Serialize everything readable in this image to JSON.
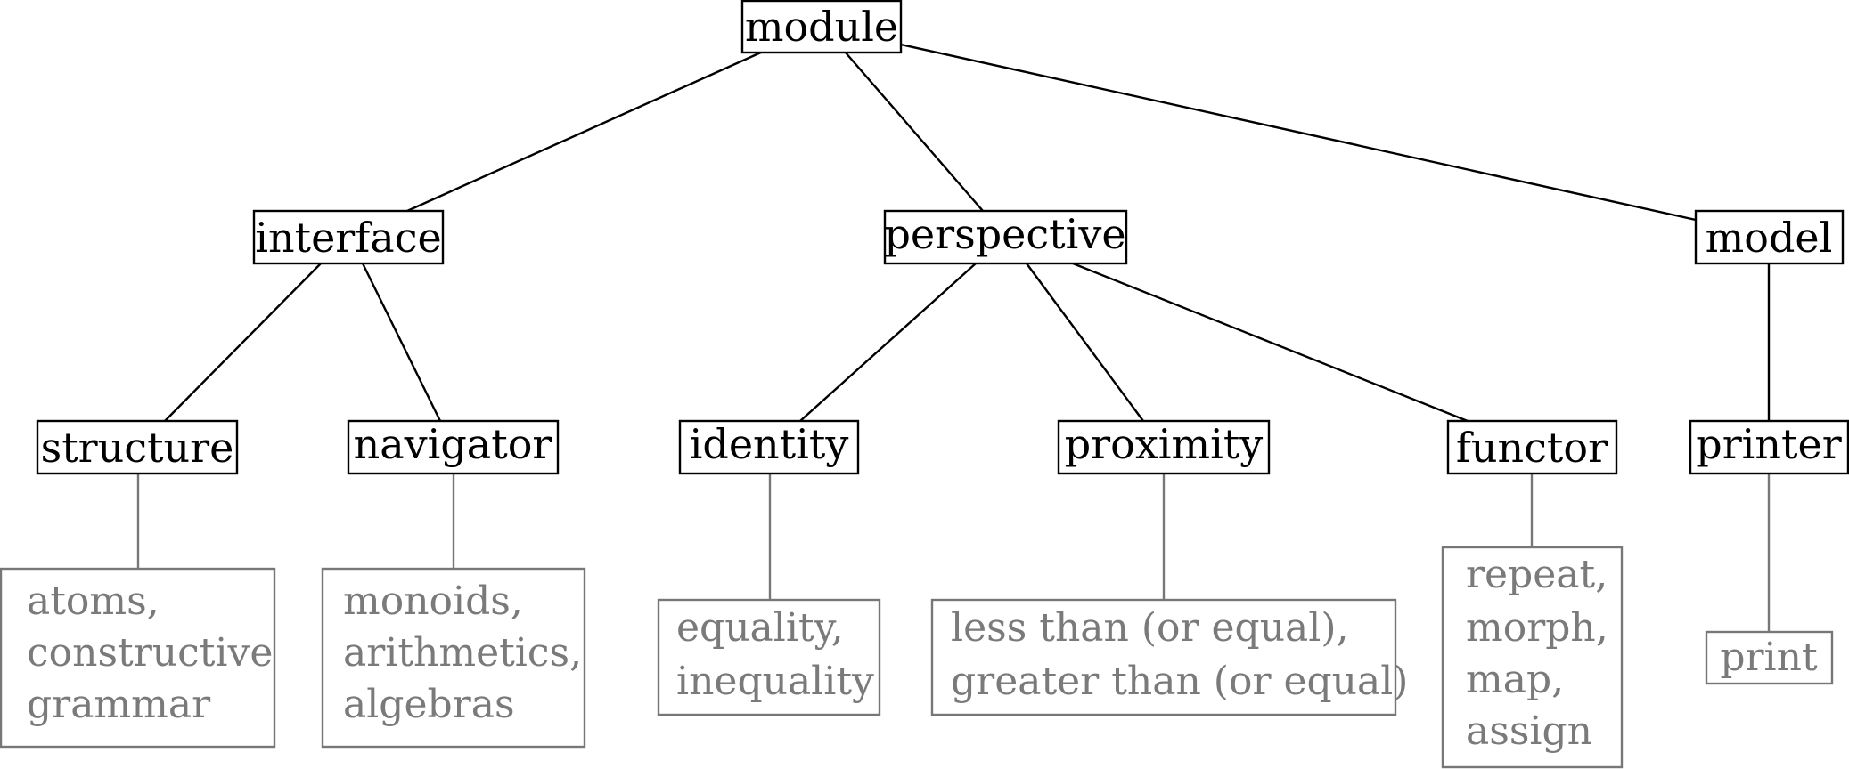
{
  "nodes": {
    "module": "module",
    "interface": "interface",
    "perspective": "perspective",
    "model": "model",
    "structure": "structure",
    "navigator": "navigator",
    "identity": "identity",
    "proximity": "proximity",
    "functor": "functor",
    "printer": "printer"
  },
  "leaves": {
    "structure": [
      "atoms,",
      "constructive",
      "grammar"
    ],
    "navigator": [
      "monoids,",
      "arithmetics,",
      "algebras"
    ],
    "identity": [
      "equality,",
      "inequality"
    ],
    "proximity": [
      "less than (or equal),",
      "greater than (or equal)"
    ],
    "functor": [
      "repeat,",
      "morph,",
      "map,",
      "assign"
    ],
    "printer": [
      "print"
    ]
  }
}
